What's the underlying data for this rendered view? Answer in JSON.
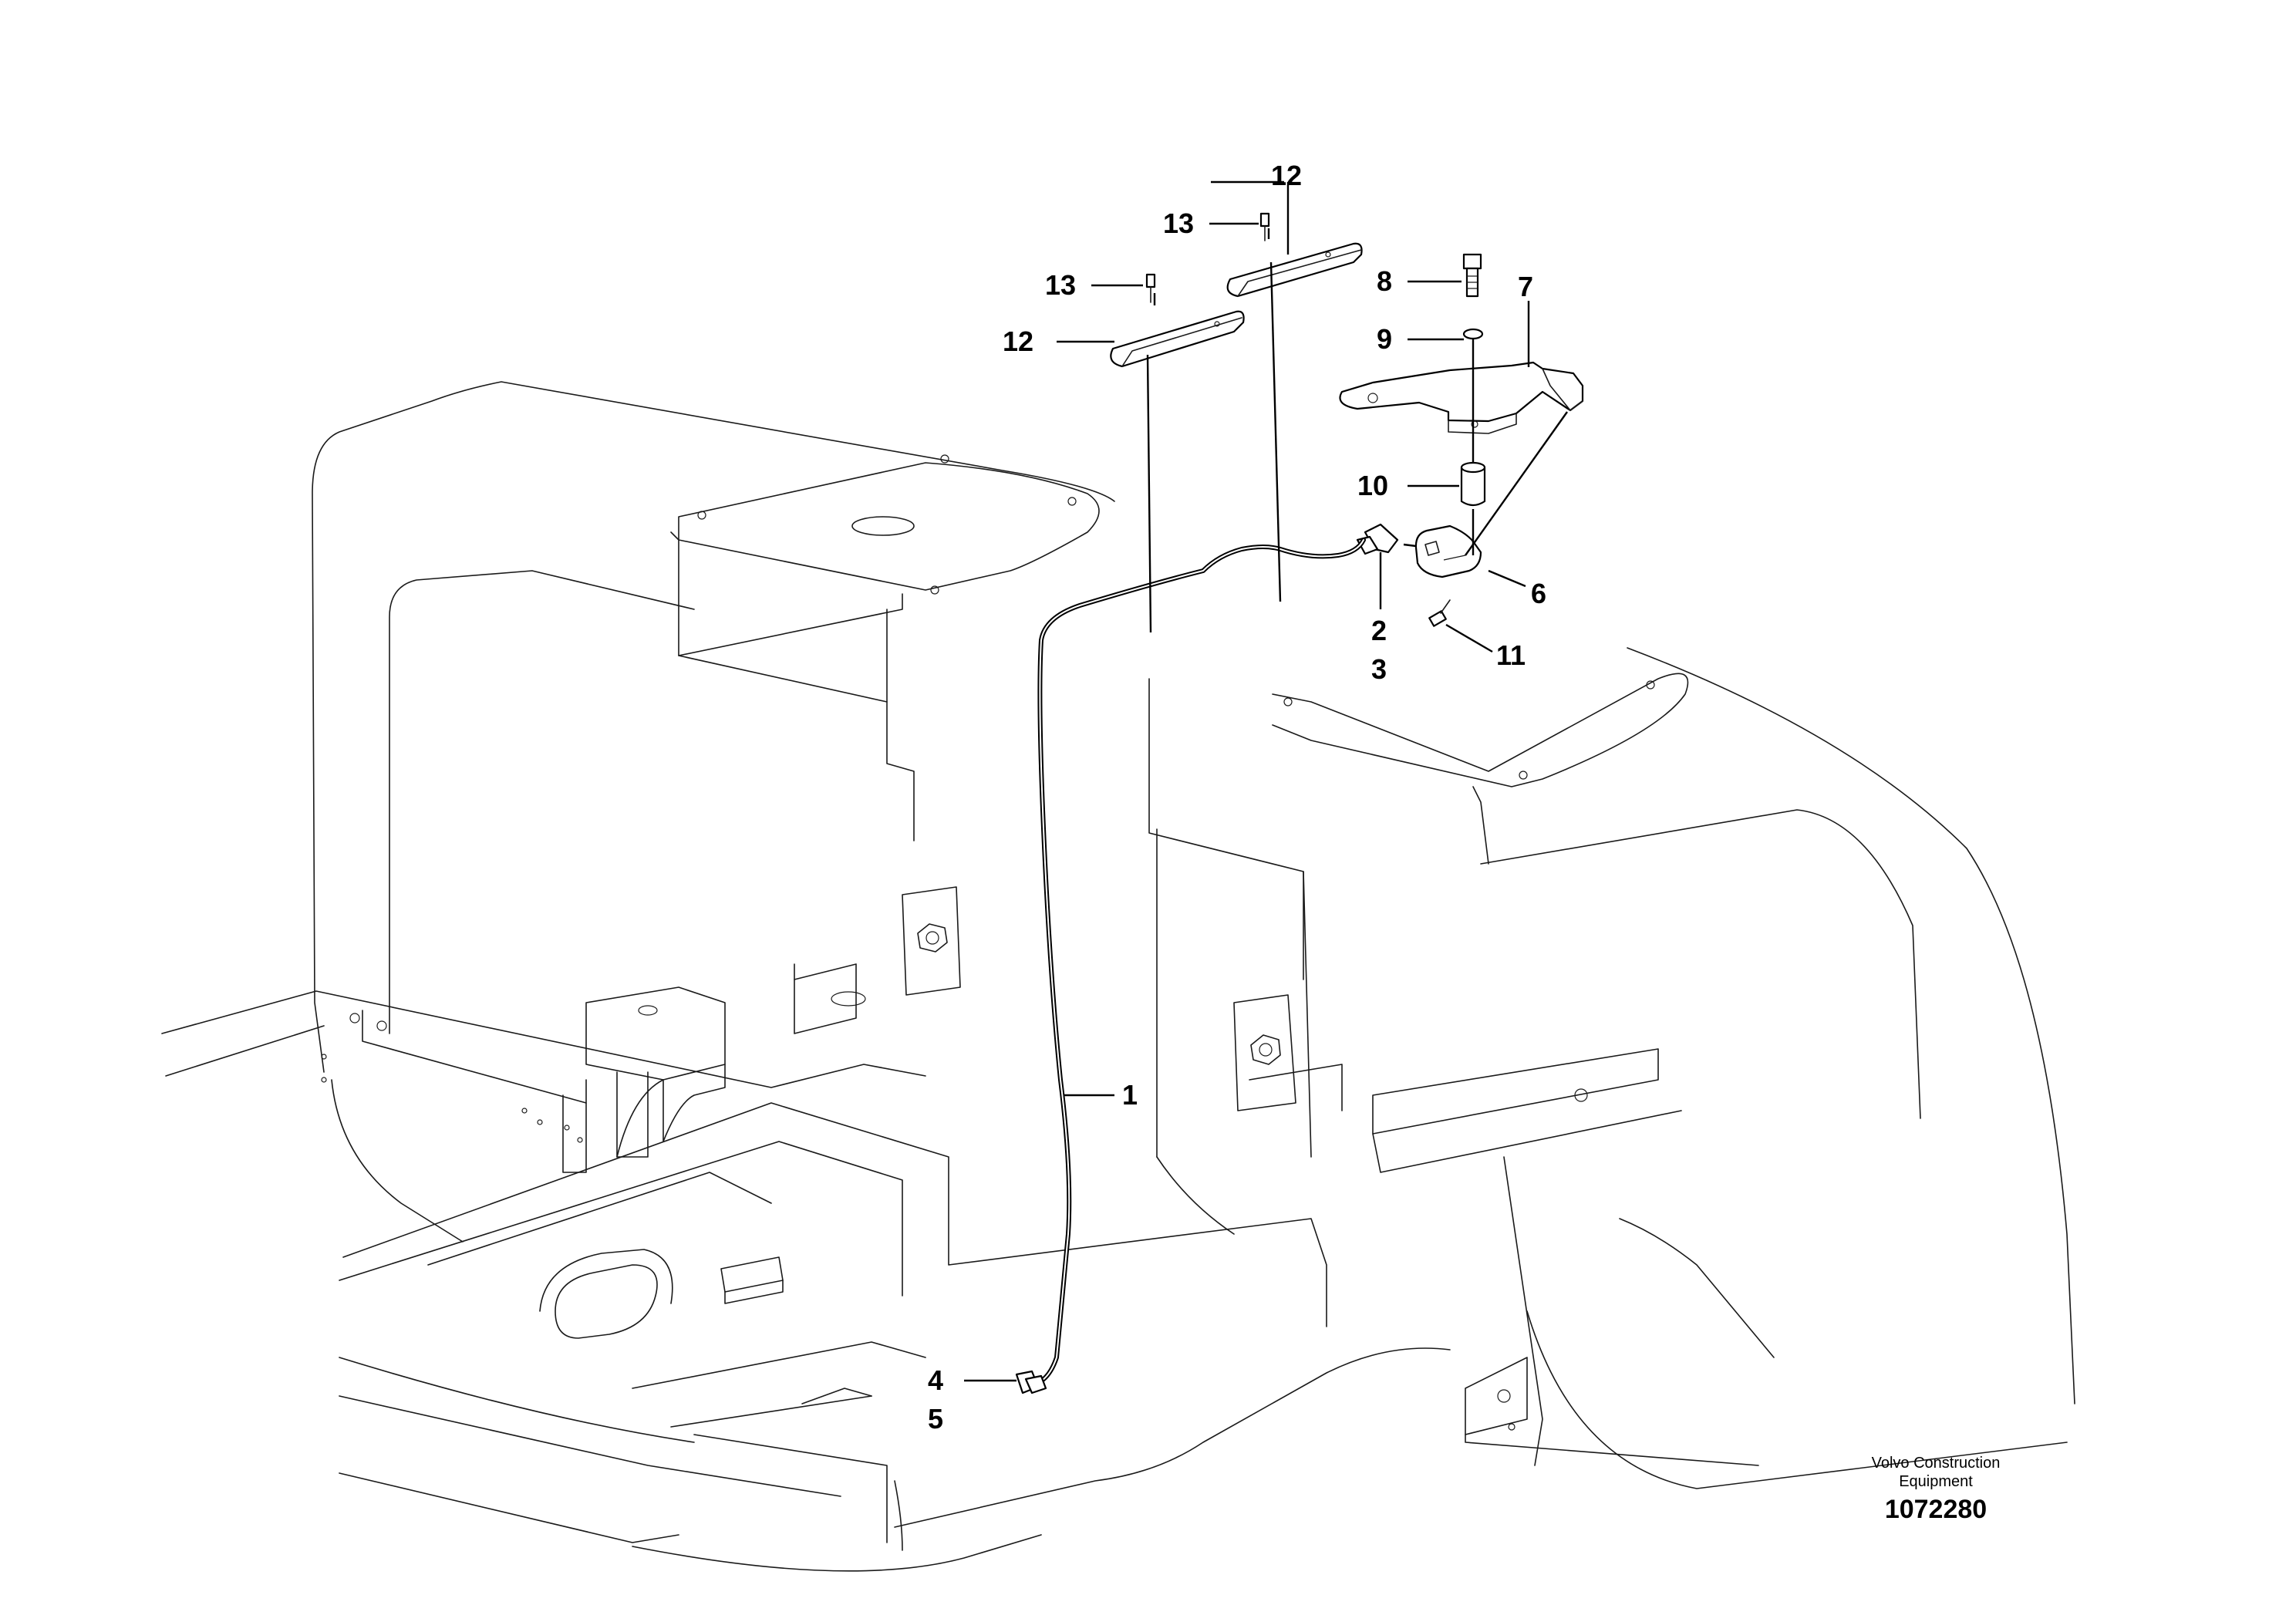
{
  "callouts": {
    "c1": "1",
    "c2": "2",
    "c3": "3",
    "c4": "4",
    "c5": "5",
    "c6": "6",
    "c7": "7",
    "c8": "8",
    "c9": "9",
    "c10": "10",
    "c11": "11",
    "c12a": "12",
    "c12b": "12",
    "c13a": "13",
    "c13b": "13"
  },
  "footer": {
    "company_line1": "Volvo Construction",
    "company_line2": "Equipment",
    "document_number": "1072280"
  }
}
